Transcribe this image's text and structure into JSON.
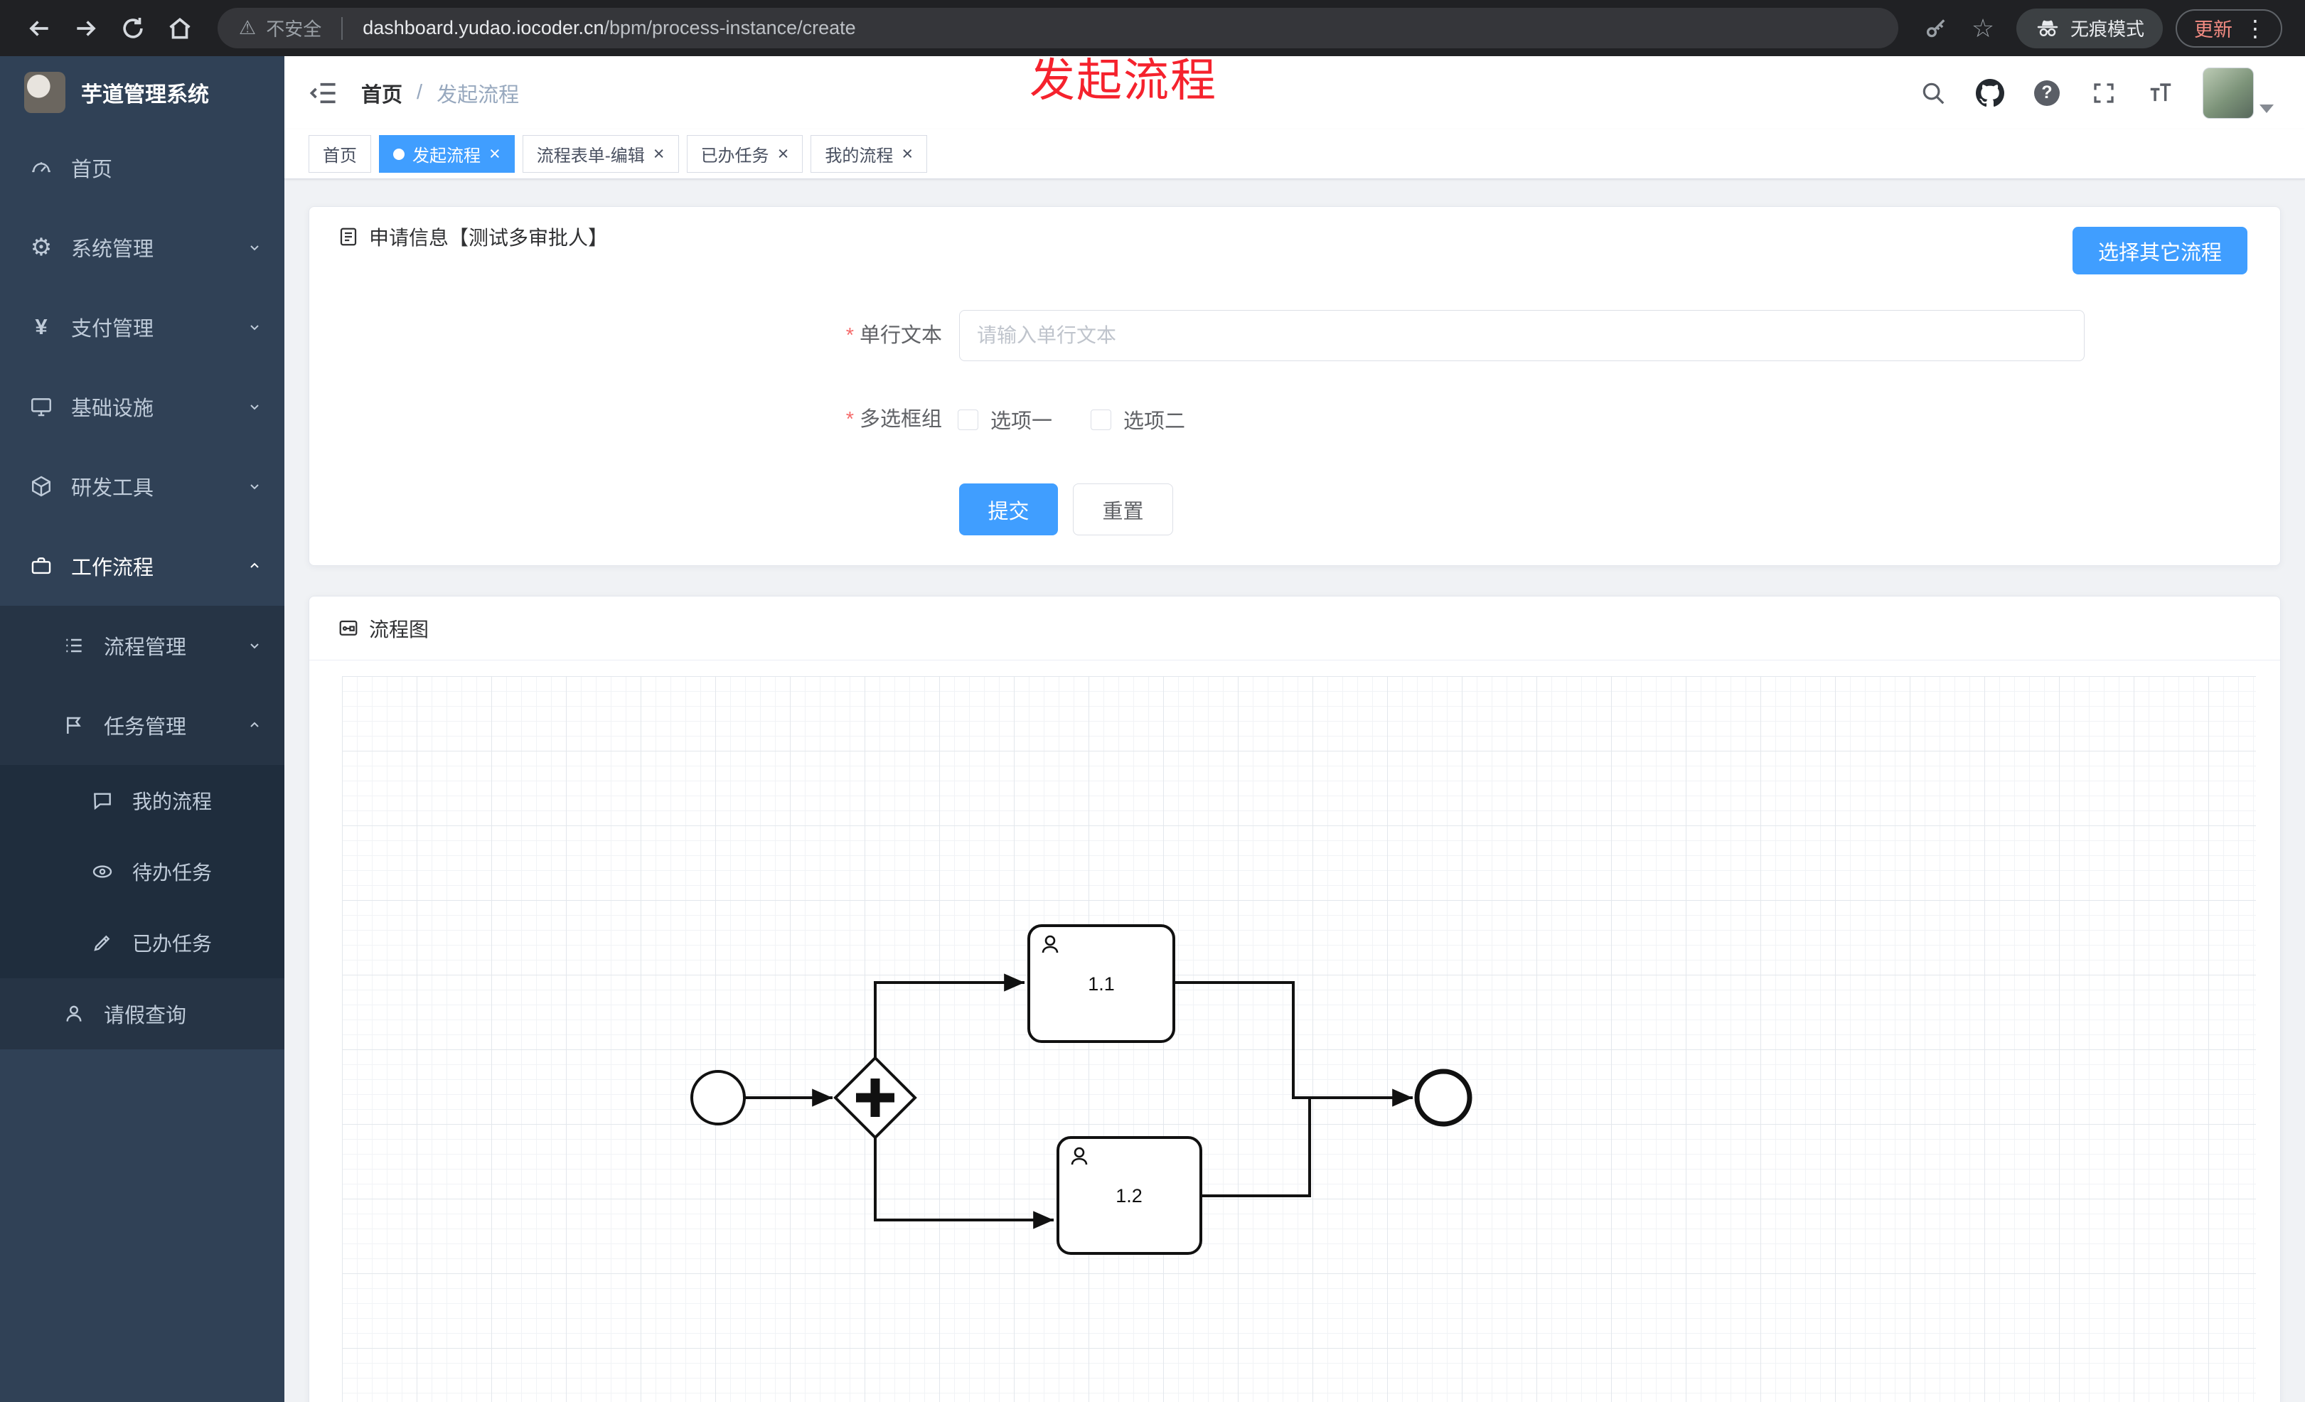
{
  "colors": {
    "accent_blue": "#409eff",
    "chrome_bg": "#202124",
    "sidebar_bg": "#304156",
    "sidebar_sub_bg": "#263445",
    "sidebar_leaf_bg": "#1f2d3d",
    "content_bg": "#f0f2f5",
    "annotation_red": "#f5222d",
    "update_red": "#f28b82"
  },
  "glyphs": {
    "warning": "⚠",
    "star": "☆",
    "more_vertical": "⋮",
    "help": "?",
    "gear": "⚙",
    "yen": "¥",
    "close": "×",
    "breadcrumb_separator": "/"
  },
  "browser": {
    "security_label": "不安全",
    "url_domain": "dashboard.yudao.iocoder.cn",
    "url_path": "/bpm/process-instance/create",
    "incognito_label": "无痕模式",
    "update_label": "更新"
  },
  "annotation": {
    "text": "发起流程"
  },
  "sidebar": {
    "logo_title": "芋道管理系统",
    "items": [
      {
        "label": "首页"
      },
      {
        "label": "系统管理"
      },
      {
        "label": "支付管理"
      },
      {
        "label": "基础设施"
      },
      {
        "label": "研发工具"
      },
      {
        "label": "工作流程"
      }
    ],
    "sub_items": [
      {
        "label": "流程管理"
      },
      {
        "label": "任务管理"
      },
      {
        "label": "我的流程"
      },
      {
        "label": "待办任务"
      },
      {
        "label": "已办任务"
      },
      {
        "label": "请假查询"
      }
    ]
  },
  "header": {
    "breadcrumb_home": "首页",
    "breadcrumb_current": "发起流程"
  },
  "tabs": [
    {
      "label": "首页"
    },
    {
      "label": "发起流程"
    },
    {
      "label": "流程表单-编辑"
    },
    {
      "label": "已办任务"
    },
    {
      "label": "我的流程"
    }
  ],
  "form_card": {
    "title": "申请信息【测试多审批人】",
    "select_other_button": "选择其它流程",
    "required_mark": "*",
    "field_text": {
      "label": "单行文本",
      "placeholder": "请输入单行文本",
      "value": ""
    },
    "field_checkbox": {
      "label": "多选框组",
      "options": [
        "选项一",
        "选项二"
      ]
    },
    "submit_label": "提交",
    "reset_label": "重置"
  },
  "diagram_card": {
    "title": "流程图",
    "task1_label": "1.1",
    "task2_label": "1.2"
  }
}
